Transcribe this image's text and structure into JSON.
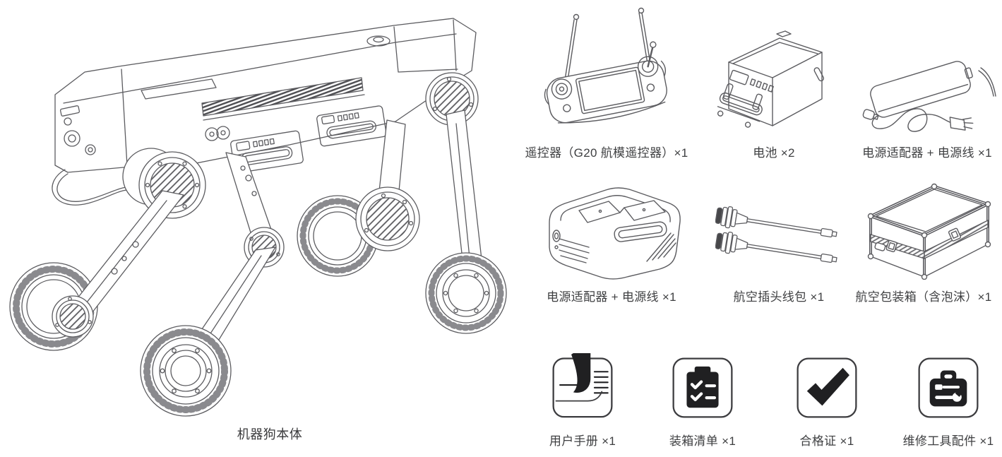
{
  "figure": {
    "label": "机器狗本体"
  },
  "items": [
    {
      "id": "remote-controller",
      "label": "遥控器（G20 航模遥控器）×1"
    },
    {
      "id": "battery",
      "label": "电池 ×2"
    },
    {
      "id": "power-adapter",
      "label": "电源适配器 + 电源线 ×1"
    },
    {
      "id": "charging-dock",
      "label": "电源适配器 + 电源线 ×1"
    },
    {
      "id": "aviation-cables",
      "label": "航空插头线包 ×1"
    },
    {
      "id": "flight-case",
      "label": "航空包装箱（含泡沫）×1"
    },
    {
      "id": "user-manual",
      "label": "用户手册 ×1"
    },
    {
      "id": "packing-list",
      "label": "装箱清单 ×1"
    },
    {
      "id": "certificate",
      "label": "合格证 ×1"
    },
    {
      "id": "tool-kit",
      "label": "维修工具配件 ×1"
    }
  ],
  "colors": {
    "line": "#5c5c60",
    "icon": "#202022",
    "text": "#3e3f41",
    "background": "#ffffff"
  }
}
